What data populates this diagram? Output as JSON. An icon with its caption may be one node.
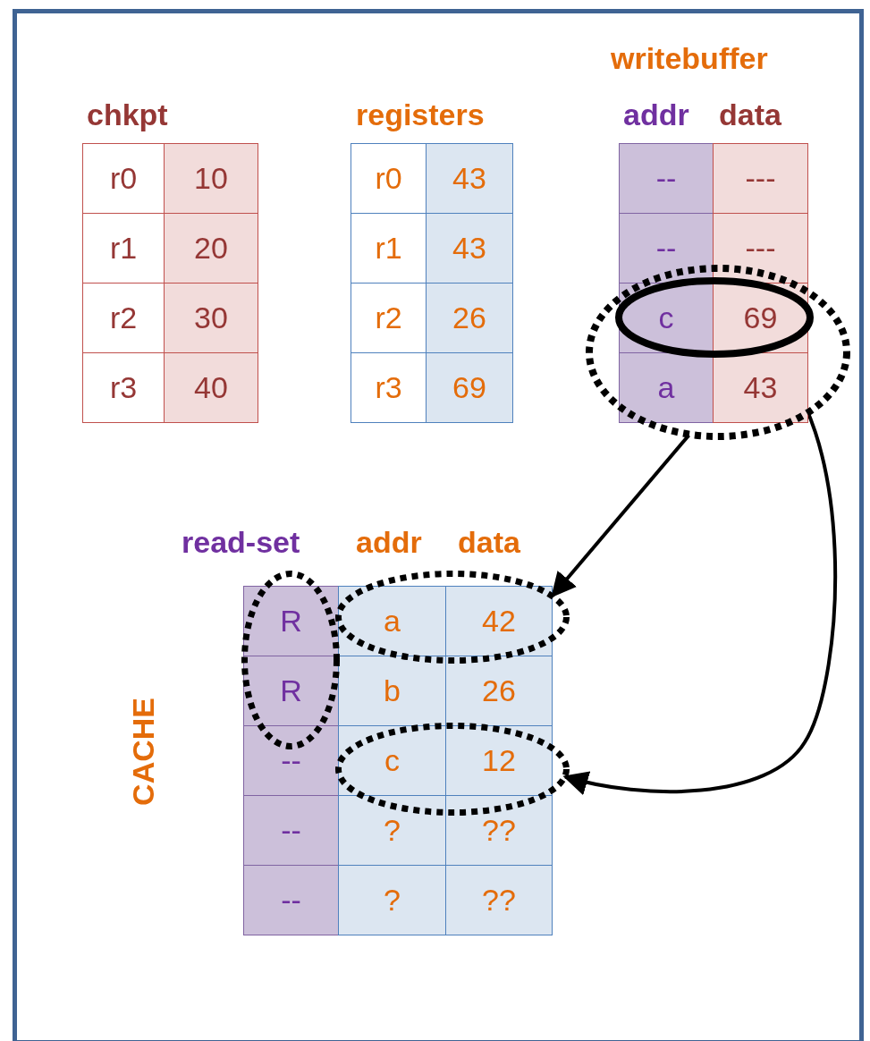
{
  "diagram": {
    "nodes": [
      {
        "text": [],
        "shape": "ellipse"
      },
      {
        "text": [],
        "shape": "ellipse",
        "in": 0
      },
      {
        "text": [],
        "shape": "ellipse"
      },
      {
        "text": [],
        "shape": "ellipse"
      },
      {
        "text": [],
        "shape": "ellipse"
      }
    ],
    "edges": [
      {
        "from": 0,
        "to": 3,
        "arrow": "to"
      },
      {
        "from": 1,
        "to": 4,
        "arrow": "to"
      }
    ],
    "labels": [
      "writebuffer",
      "chkpt",
      "registers",
      "addr",
      "data",
      "r0",
      "10",
      "r1",
      "20",
      "r2",
      "30",
      "r3",
      "40",
      "r0",
      "43",
      "r1",
      "43",
      "r2",
      "26",
      "r3",
      "69",
      "--",
      "---",
      "--",
      "---",
      "c",
      "69",
      "a",
      "43",
      "read-set",
      "addr",
      "data",
      "CACHE",
      "R",
      "a",
      "42",
      "R",
      "b",
      "26",
      "--",
      "c",
      "12",
      "--",
      "?",
      "??",
      "--",
      "?",
      "??"
    ]
  }
}
